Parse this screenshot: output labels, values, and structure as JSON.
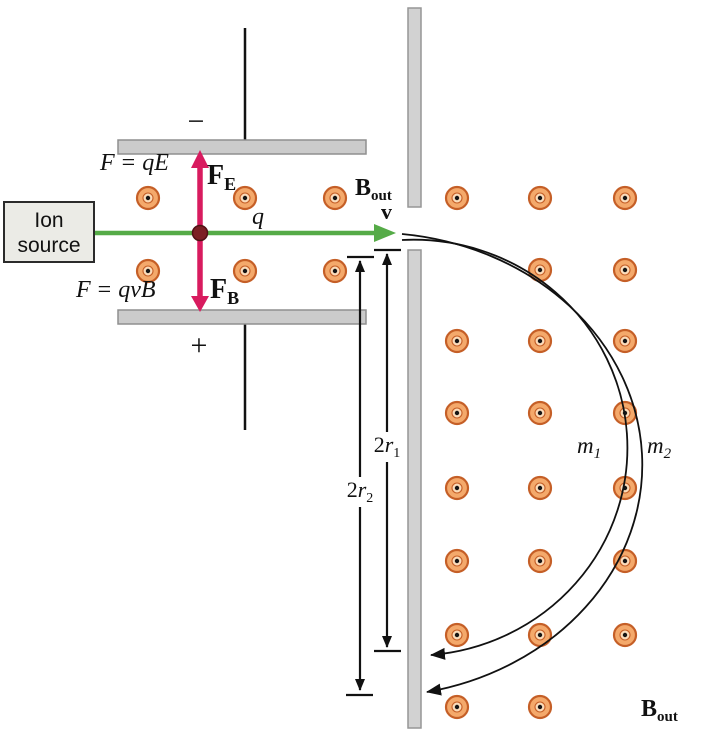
{
  "figure": {
    "ion_source": {
      "line1": "Ion",
      "line2": "source"
    },
    "plates": {
      "negative": "−",
      "positive": "+"
    },
    "electric": {
      "eq_lhs": "F",
      "eq_sign": "=",
      "eq_rhs": "qE",
      "force_main": "F",
      "force_sub": "E"
    },
    "magnetic": {
      "eq_lhs": "F",
      "eq_sign": "=",
      "eq_rhs": "qvB",
      "force_main": "F",
      "force_sub": "B"
    },
    "particle": {
      "charge": "q",
      "velocity": "v"
    },
    "field": {
      "b_main": "B",
      "b_sub": "out"
    },
    "dimensions": {
      "r1": {
        "pre": "2",
        "sym": "r",
        "sub": "1"
      },
      "r2": {
        "pre": "2",
        "sym": "r",
        "sub": "2"
      }
    },
    "masses": {
      "m1": {
        "sym": "m",
        "sub": "1"
      },
      "m2": {
        "sym": "m",
        "sub": "2"
      }
    },
    "colors": {
      "beam_green": "#55ab47",
      "force_crimson": "#d81b5f",
      "particle_dot": "#7c1f24",
      "field_symbol_ring": "#f4a96b",
      "field_symbol_edge": "#c55f27",
      "field_symbol_center_bg": "#fbdcba",
      "plate_gray": "#cbcbcb",
      "wall_gray": "#d2d2d2"
    }
  }
}
